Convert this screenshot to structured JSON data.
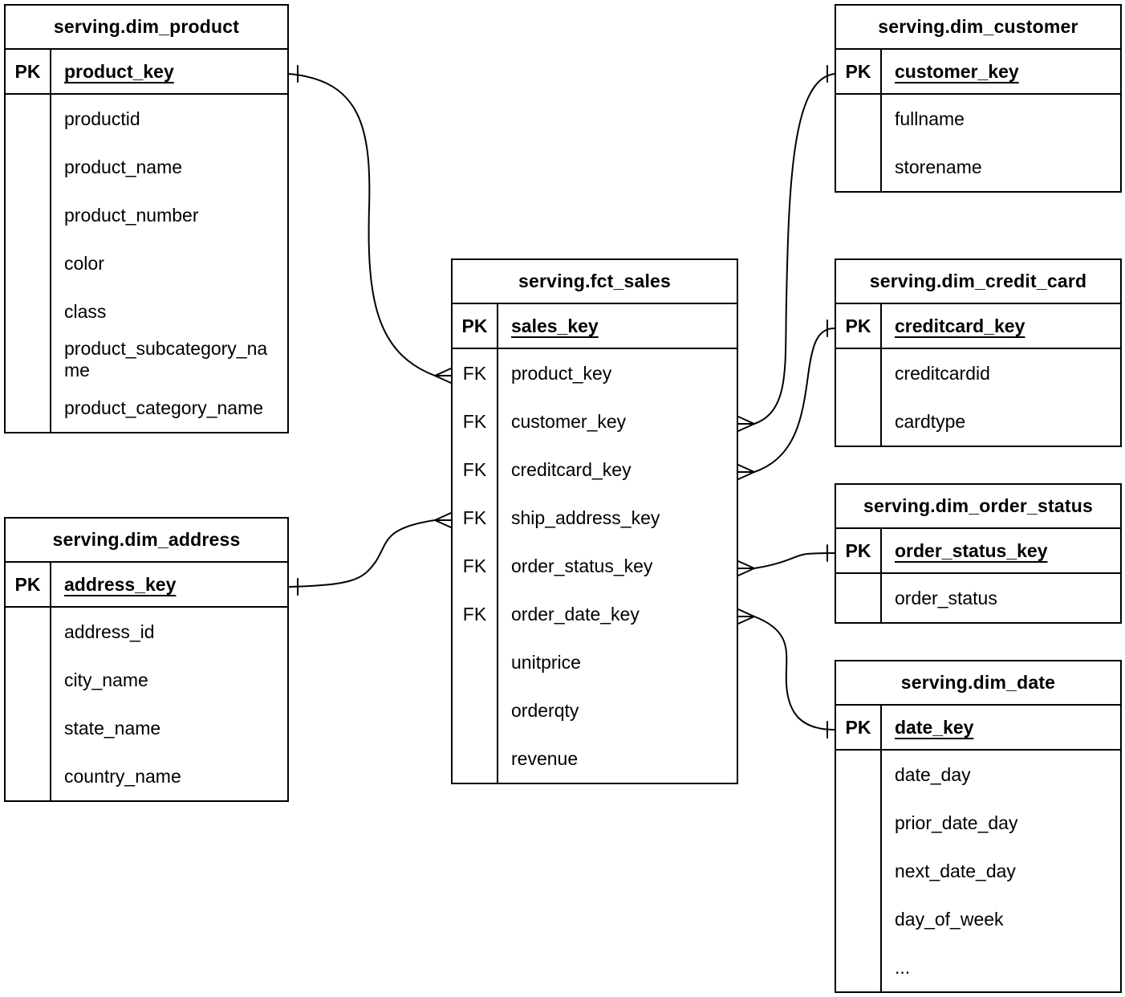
{
  "diagram": {
    "background_color": "#ffffff",
    "line_color": "#000000",
    "text_color": "#000000"
  },
  "tables": [
    {
      "id": "dim_product",
      "title": "serving.dim_product",
      "rows": [
        {
          "key": "PK",
          "name": "product_key",
          "is_pk": true
        },
        {
          "key": "",
          "name": "productid"
        },
        {
          "key": "",
          "name": "product_name"
        },
        {
          "key": "",
          "name": "product_number"
        },
        {
          "key": "",
          "name": "color"
        },
        {
          "key": "",
          "name": "class"
        },
        {
          "key": "",
          "name": "product_subcategory_name"
        },
        {
          "key": "",
          "name": "product_category_name"
        }
      ]
    },
    {
      "id": "dim_address",
      "title": "serving.dim_address",
      "rows": [
        {
          "key": "PK",
          "name": "address_key",
          "is_pk": true
        },
        {
          "key": "",
          "name": "address_id"
        },
        {
          "key": "",
          "name": "city_name"
        },
        {
          "key": "",
          "name": "state_name"
        },
        {
          "key": "",
          "name": "country_name"
        }
      ]
    },
    {
      "id": "fct_sales",
      "title": "serving.fct_sales",
      "rows": [
        {
          "key": "PK",
          "name": "sales_key",
          "is_pk": true
        },
        {
          "key": "FK",
          "name": "product_key"
        },
        {
          "key": "FK",
          "name": "customer_key"
        },
        {
          "key": "FK",
          "name": "creditcard_key"
        },
        {
          "key": "FK",
          "name": "ship_address_key"
        },
        {
          "key": "FK",
          "name": "order_status_key"
        },
        {
          "key": "FK",
          "name": "order_date_key"
        },
        {
          "key": "",
          "name": "unitprice"
        },
        {
          "key": "",
          "name": "orderqty"
        },
        {
          "key": "",
          "name": "revenue"
        }
      ]
    },
    {
      "id": "dim_customer",
      "title": "serving.dim_customer",
      "rows": [
        {
          "key": "PK",
          "name": "customer_key",
          "is_pk": true
        },
        {
          "key": "",
          "name": "fullname"
        },
        {
          "key": "",
          "name": "storename"
        }
      ]
    },
    {
      "id": "dim_credit_card",
      "title": "serving.dim_credit_card",
      "rows": [
        {
          "key": "PK",
          "name": "creditcard_key",
          "is_pk": true
        },
        {
          "key": "",
          "name": "creditcardid"
        },
        {
          "key": "",
          "name": "cardtype"
        }
      ]
    },
    {
      "id": "dim_order_status",
      "title": "serving.dim_order_status",
      "rows": [
        {
          "key": "PK",
          "name": "order_status_key",
          "is_pk": true
        },
        {
          "key": "",
          "name": "order_status"
        }
      ]
    },
    {
      "id": "dim_date",
      "title": "serving.dim_date",
      "rows": [
        {
          "key": "PK",
          "name": "date_key",
          "is_pk": true
        },
        {
          "key": "",
          "name": "date_day"
        },
        {
          "key": "",
          "name": "prior_date_day"
        },
        {
          "key": "",
          "name": "next_date_day"
        },
        {
          "key": "",
          "name": "day_of_week"
        },
        {
          "key": "",
          "name": "..."
        }
      ]
    }
  ],
  "relationships": [
    {
      "many_side": "serving.fct_sales.product_key",
      "one_side": "serving.dim_product.product_key",
      "cardinality": "many-to-one"
    },
    {
      "many_side": "serving.fct_sales.ship_address_key",
      "one_side": "serving.dim_address.address_key",
      "cardinality": "many-to-one"
    },
    {
      "many_side": "serving.fct_sales.customer_key",
      "one_side": "serving.dim_customer.customer_key",
      "cardinality": "many-to-one"
    },
    {
      "many_side": "serving.fct_sales.creditcard_key",
      "one_side": "serving.dim_credit_card.creditcard_key",
      "cardinality": "many-to-one"
    },
    {
      "many_side": "serving.fct_sales.order_status_key",
      "one_side": "serving.dim_order_status.order_status_key",
      "cardinality": "many-to-one"
    },
    {
      "many_side": "serving.fct_sales.order_date_key",
      "one_side": "serving.dim_date.date_key",
      "cardinality": "many-to-one"
    }
  ]
}
